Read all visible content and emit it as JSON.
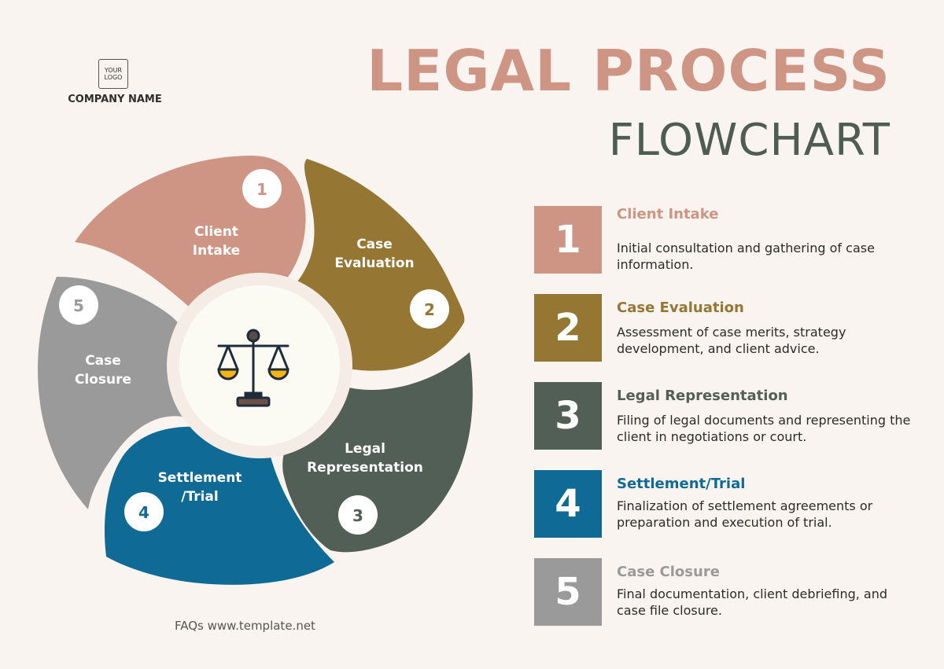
{
  "logo": {
    "line1": "YOUR",
    "line2": "LOGO"
  },
  "company_name": "COMPANY NAME",
  "title": {
    "line1": "LEGAL PROCESS",
    "line2": "FLOWCHART"
  },
  "colors": {
    "background": "#F9F4EF",
    "client_intake": "#CE9585",
    "case_evaluation": "#967633",
    "legal_representation": "#525F56",
    "settlement_trial": "#0F6A96",
    "case_closure": "#9A9A9A"
  },
  "wheel": {
    "center_icon": "scales-of-justice-icon",
    "segments": [
      {
        "number": "1",
        "line1": "Client",
        "line2": "Intake"
      },
      {
        "number": "2",
        "line1": "Case",
        "line2": "Evaluation"
      },
      {
        "number": "3",
        "line1": "Legal",
        "line2": "Representation"
      },
      {
        "number": "4",
        "line1": "Settlement",
        "line2": "/Trial"
      },
      {
        "number": "5",
        "line1": "Case",
        "line2": "Closure"
      }
    ]
  },
  "steps": [
    {
      "number": "1",
      "title": "Client Intake",
      "description": "Initial consultation and gathering of case information."
    },
    {
      "number": "2",
      "title": "Case Evaluation",
      "description": "Assessment of case merits, strategy development, and client advice."
    },
    {
      "number": "3",
      "title": "Legal Representation",
      "description": "Filing of legal documents and representing the client in negotiations or court."
    },
    {
      "number": "4",
      "title": "Settlement/Trial",
      "description": "Finalization of settlement agreements or preparation and execution of trial."
    },
    {
      "number": "5",
      "title": "Case Closure",
      "description": "Final documentation, client debriefing, and case file closure."
    }
  ],
  "footer": "FAQs www.template.net"
}
